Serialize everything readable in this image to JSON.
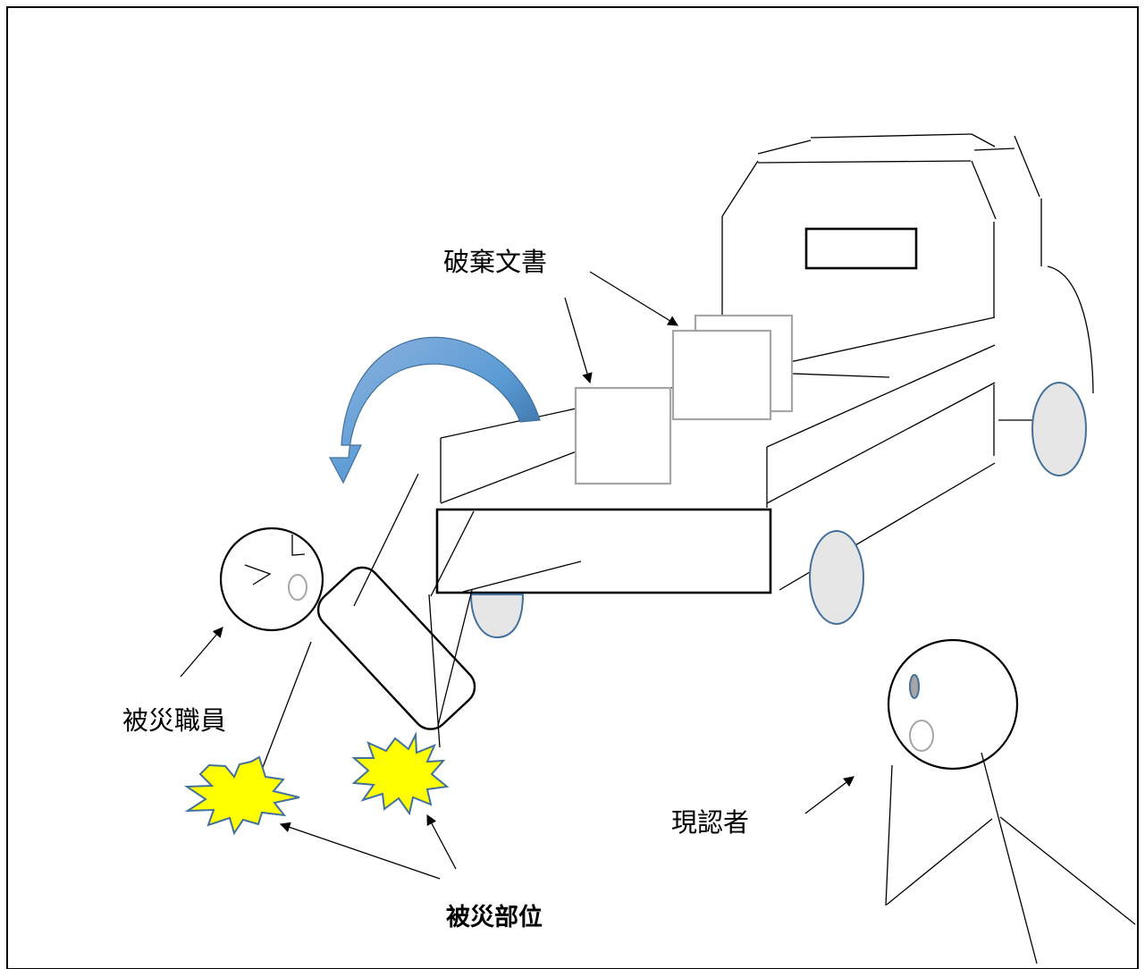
{
  "labels": {
    "documents": "破棄文書",
    "victim": "被災職員",
    "injury_sites": "被災部位",
    "witness": "現認者"
  },
  "colors": {
    "burst_fill": "#ffff00",
    "burst_stroke": "#41719c",
    "wheel_fill": "#e6e6e6",
    "wheel_stroke": "#41719c",
    "arrow_fill": "#5b9bd5",
    "box_stroke": "#a6a6a6"
  },
  "icons": {
    "fall_direction": "curved-arrow-icon",
    "impact": "impact-burst-icon"
  }
}
